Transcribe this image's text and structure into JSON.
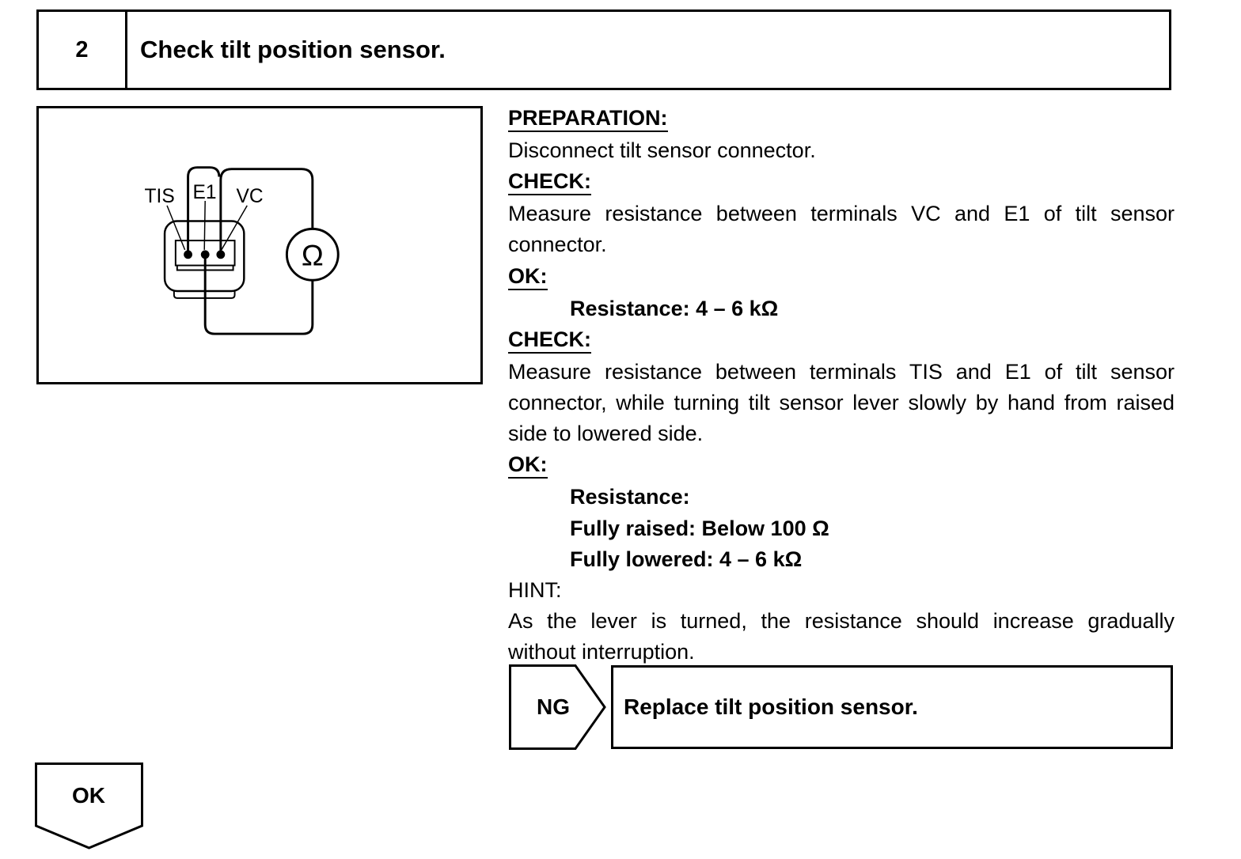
{
  "step": {
    "number": "2",
    "title": "Check tilt position sensor."
  },
  "diagram": {
    "terminal_labels": [
      "TIS",
      "E1",
      "VC"
    ],
    "meter_symbol": "Ω"
  },
  "instructions": {
    "preparation_heading": "PREPARATION:",
    "preparation_text": "Disconnect tilt sensor connector.",
    "check1_heading": "CHECK:",
    "check1_text": "Measure resistance between terminals VC and E1 of tilt sensor connector.",
    "ok1_heading": "OK:",
    "ok1_spec": "Resistance: 4 – 6 kΩ",
    "check2_heading": "CHECK:",
    "check2_text": "Measure resistance between terminals TIS and E1 of tilt sensor connector, while turning tilt sensor lever slowly by hand from raised side to lowered side.",
    "ok2_heading": "OK:",
    "ok2_specs": [
      "Resistance:",
      "Fully raised: Below 100 Ω",
      "Fully lowered: 4 – 6 kΩ"
    ],
    "hint_heading": "HINT:",
    "hint_text": "As the lever is turned, the resistance should increase gradually without interruption."
  },
  "ng_branch": {
    "label": "NG",
    "action": "Replace tilt position sensor."
  },
  "ok_branch": {
    "label": "OK"
  }
}
